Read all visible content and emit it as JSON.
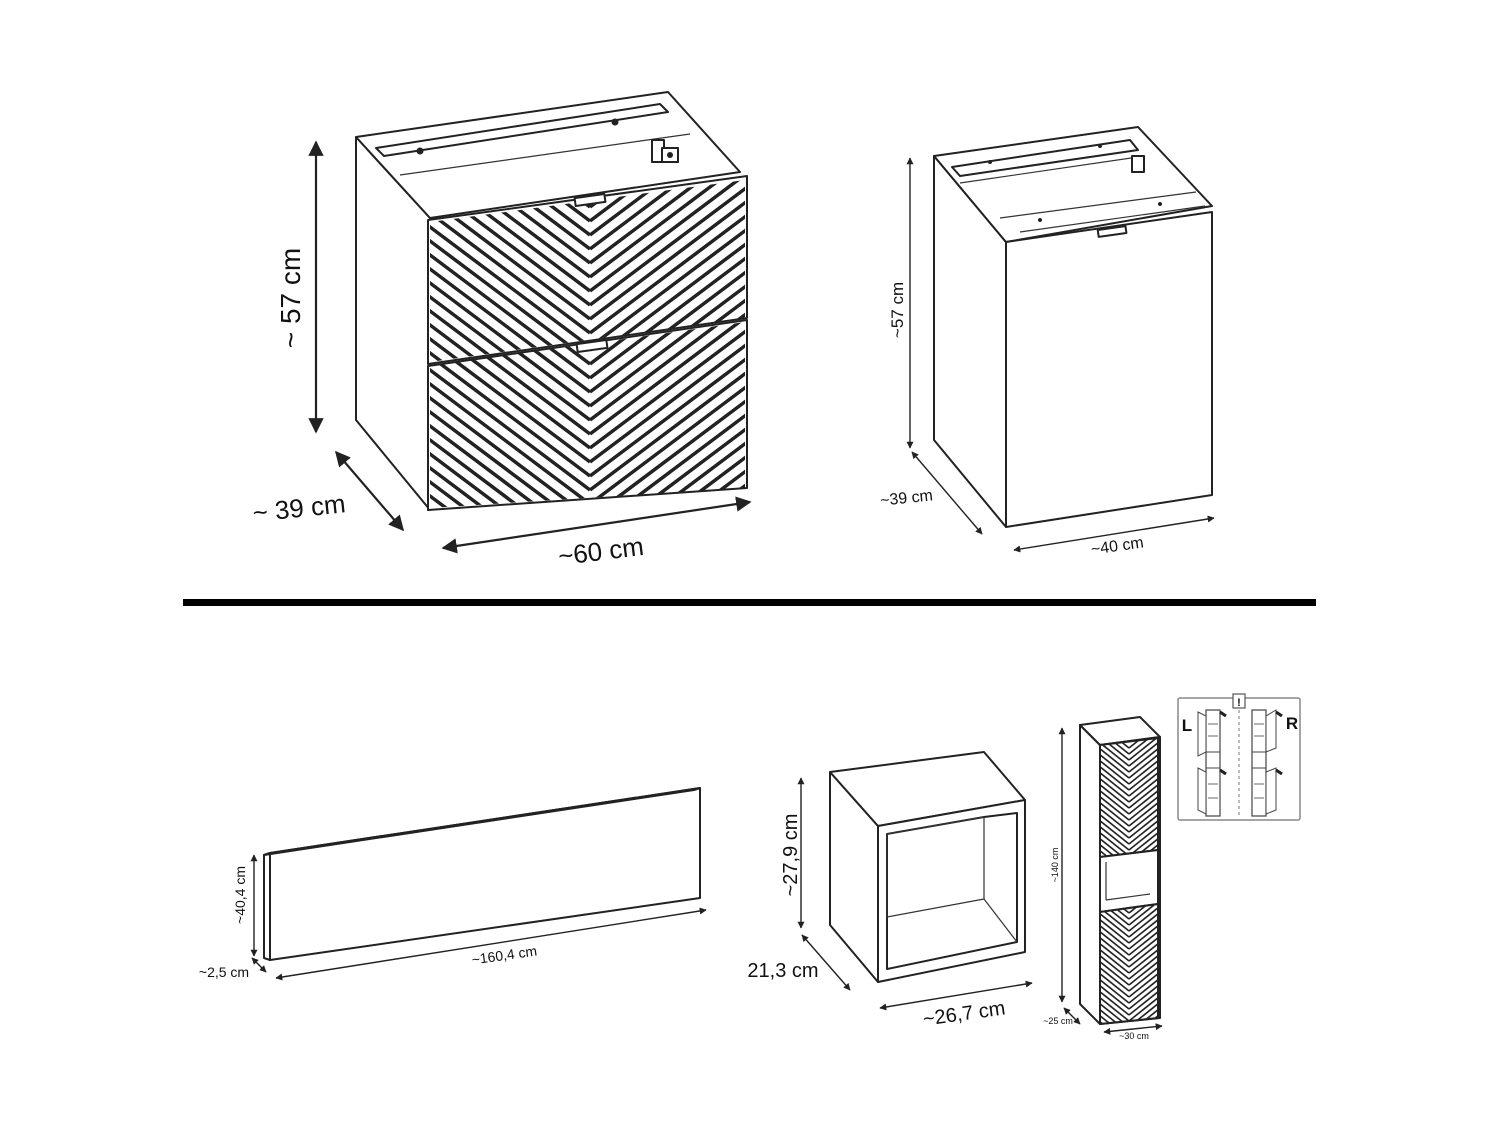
{
  "diagram": {
    "vanity_60": {
      "height_label": "~ 57 cm",
      "depth_label": "~ 39 cm",
      "width_label": "~60 cm"
    },
    "vanity_40": {
      "height_label": "~57 cm",
      "depth_label": "~39 cm",
      "width_label": "~40 cm"
    },
    "panel": {
      "height_label": "~40,4 cm",
      "depth_label": "~2,5 cm",
      "width_label": "~160,4 cm"
    },
    "shelf_cube": {
      "height_label": "~27,9 cm",
      "depth_label": "21,3 cm",
      "width_label": "~26,7 cm"
    },
    "tall_cabinet": {
      "height_label": "~140 cm",
      "depth_label": "~25 cm",
      "width_label": "~30 cm"
    },
    "orientation_inset": {
      "left_letter": "L",
      "right_letter": "R",
      "warning_mark": "!"
    }
  },
  "colors": {
    "line": "#222222",
    "background": "#ffffff",
    "divider": "#000000"
  }
}
